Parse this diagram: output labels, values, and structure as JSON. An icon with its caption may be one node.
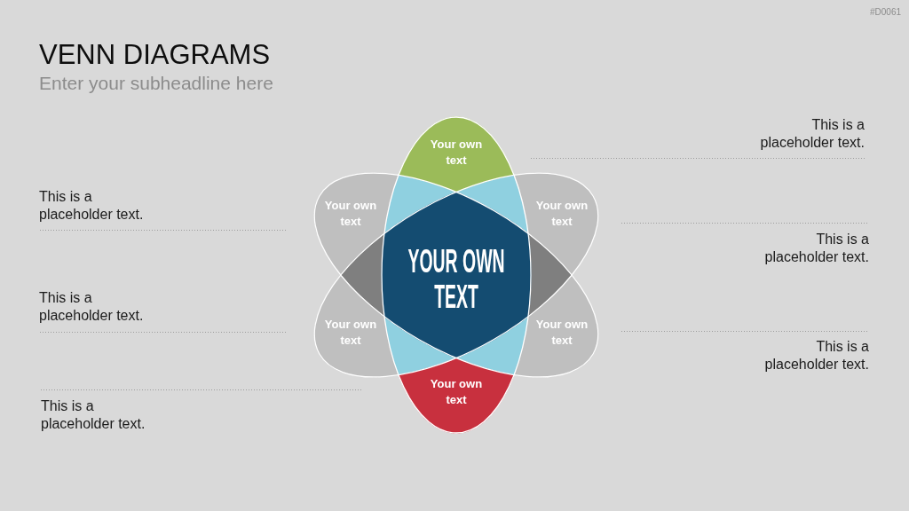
{
  "diagram": {
    "title": "VENN DIAGRAMS",
    "nodes": [
      {
        "text": [
          "Your own text"
        ]
      },
      {
        "text": [
          "Your own text"
        ]
      },
      {
        "text": [
          "Your own text"
        ]
      },
      {
        "text": [
          "YOUR OWN TEXT"
        ]
      },
      {
        "text": [
          "Your own text"
        ]
      },
      {
        "text": [
          "Your own text"
        ]
      },
      {
        "text": [
          "Your own text"
        ]
      }
    ],
    "labels": [
      "#D0061",
      "Enter your subheadline here",
      "This is a placeholder text.",
      "This is a placeholder text.",
      "This is a placeholder text.",
      "This is a placeholder text.",
      "This is a placeholder text.",
      "This is a placeholder text."
    ]
  }
}
